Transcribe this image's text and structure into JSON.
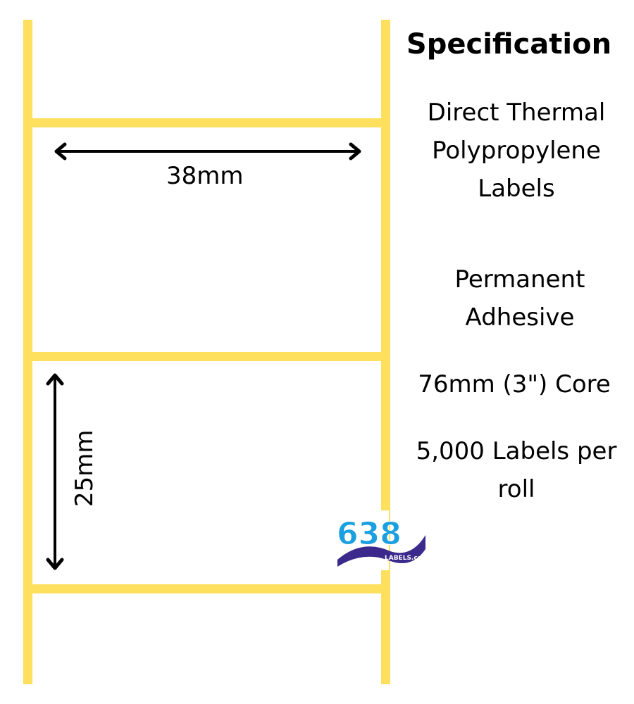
{
  "colors": {
    "label_liner": "#FFDF5E",
    "logo_blue": "#1A9FE0",
    "logo_purple": "#3B2A8C"
  },
  "diagram": {
    "width_label": "38mm",
    "height_label": "25mm"
  },
  "spec": {
    "title": "Specification",
    "items": [
      [
        "Direct Thermal",
        "Polypropylene",
        "Labels"
      ],
      [
        "Permanent",
        "Adhesive"
      ],
      [
        "76mm (3\") Core"
      ],
      [
        "5,000 Labels per",
        "roll"
      ]
    ]
  },
  "logo": {
    "number": "638",
    "text": "LABELS.co.uk"
  }
}
